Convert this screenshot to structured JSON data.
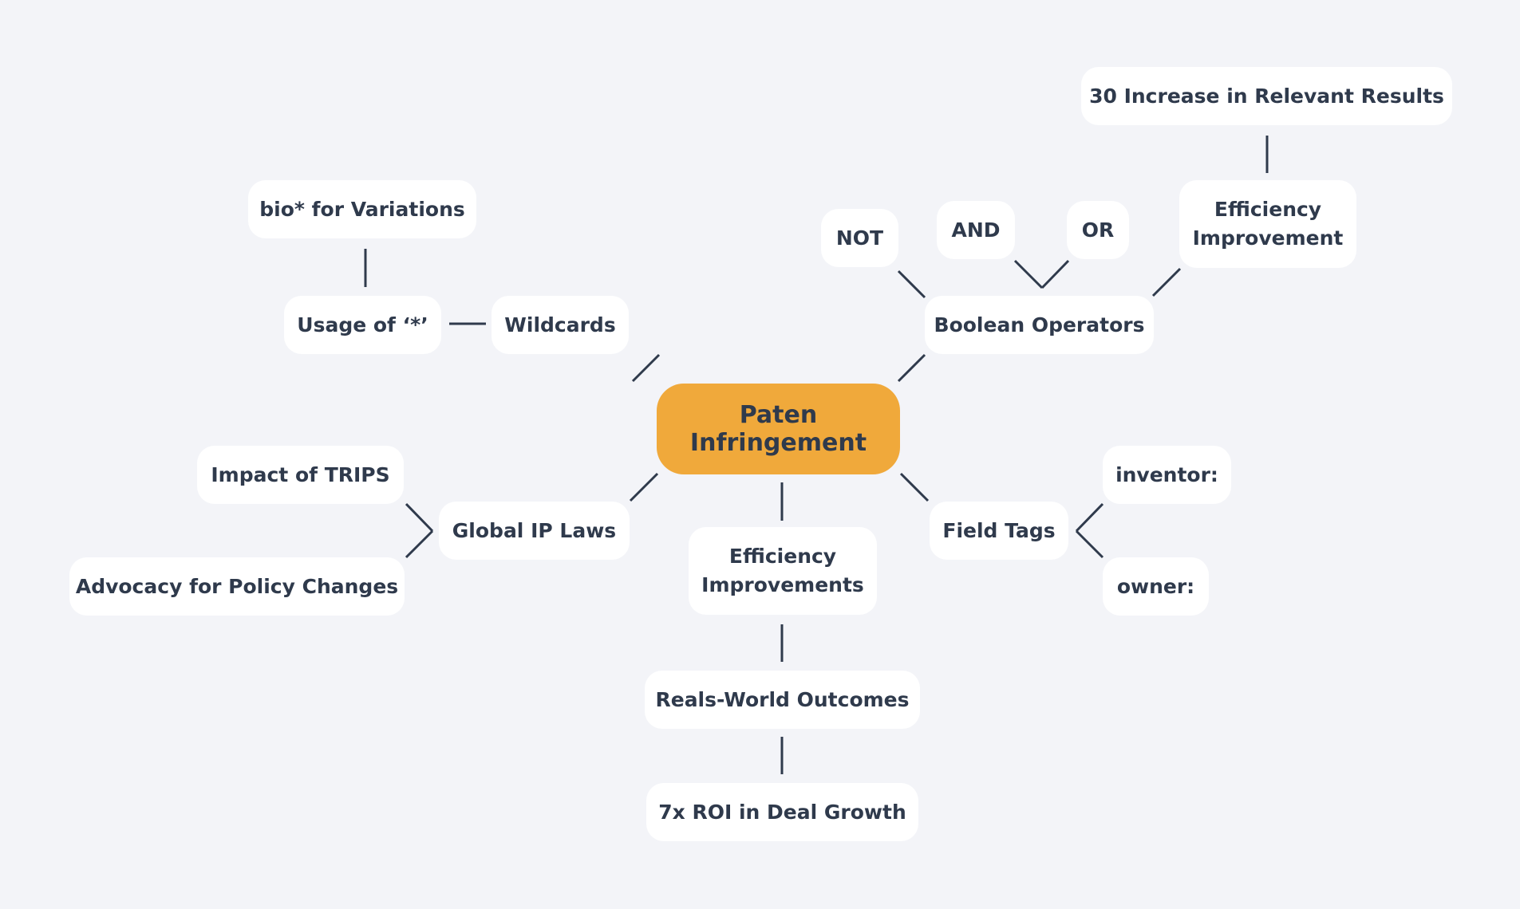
{
  "colors": {
    "background": "#f3f4f8",
    "node_fill": "#ffffff",
    "center_fill": "#f0a93b",
    "text": "#2f3a4c",
    "connector": "#2f3a4c"
  },
  "center": {
    "line1": "Paten",
    "line2": "Infringement"
  },
  "wildcards": {
    "label": "Wildcards",
    "usage": "Usage of ‘*’",
    "example": "bio* for Variations"
  },
  "boolean": {
    "label": "Boolean Operators",
    "not": "NOT",
    "and": "AND",
    "or": "OR",
    "efficiency_line1": "Efficiency",
    "efficiency_line2": "Improvement",
    "result": "30 Increase in Relevant Results"
  },
  "global_ip": {
    "label": "Global IP Laws",
    "trips": "Impact of TRIPS",
    "advocacy": "Advocacy for Policy Changes"
  },
  "field_tags": {
    "label": "Field Tags",
    "inventor": "inventor:",
    "owner": "owner:"
  },
  "efficiency": {
    "line1": "Efficiency",
    "line2": "Improvements",
    "outcomes": "Reals-World Outcomes",
    "roi": "7x ROI in Deal Growth"
  }
}
